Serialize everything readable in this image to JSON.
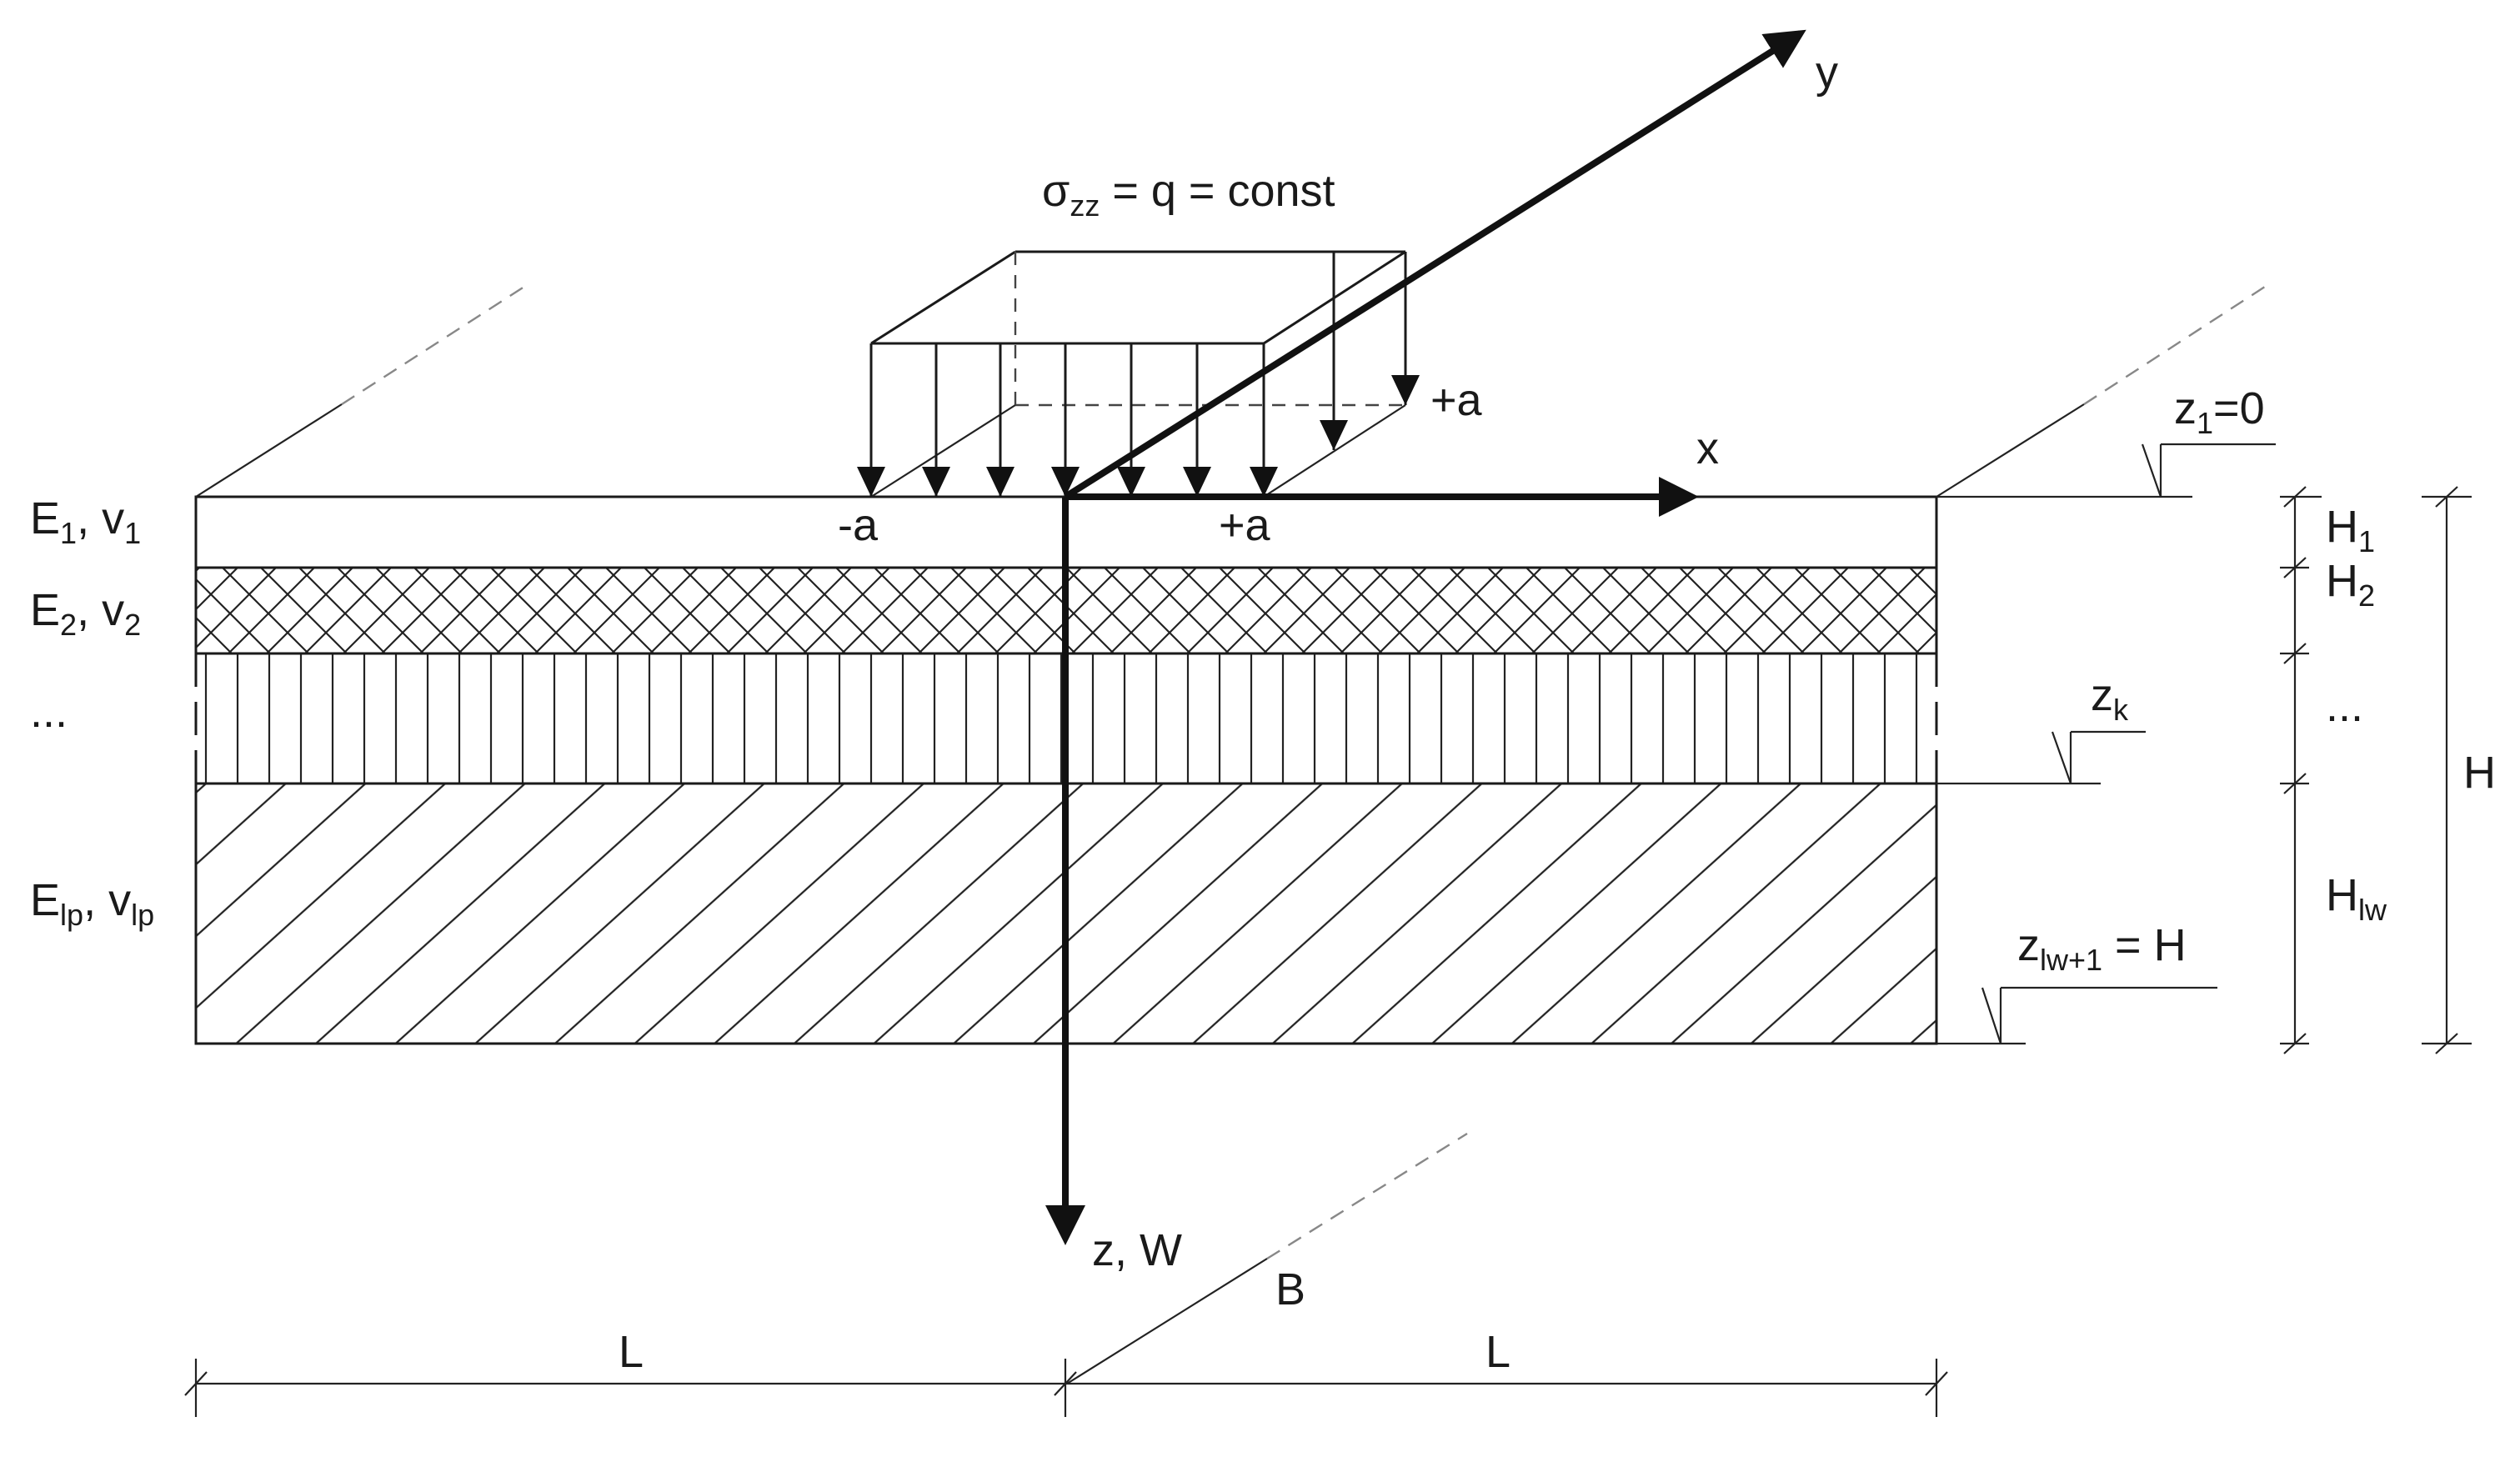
{
  "load": {
    "sigma": "σ",
    "sigma_sub": "zz",
    "rest": " = q = const",
    "neg_a": "-a",
    "pos_a": "+a",
    "pos_a_y": "+a"
  },
  "axes": {
    "x": "x",
    "y": "y",
    "z": "z, W"
  },
  "layers": [
    {
      "E": "E",
      "E_sub": "1",
      "v": "v",
      "v_sub": "1",
      "H": "H",
      "H_sub": "1"
    },
    {
      "E": "E",
      "E_sub": "2",
      "v": "v",
      "v_sub": "2",
      "H": "H",
      "H_sub": "2"
    },
    {
      "ellipsis": "...",
      "H_ellipsis": "..."
    },
    {
      "E": "E",
      "E_sub": "lp",
      "v": "v",
      "v_sub": "lp",
      "H": "H",
      "H_sub": "lw"
    }
  ],
  "levels": {
    "z1_main": "z",
    "z1_sub": "1",
    "z1_rest": "=0",
    "zk_main": "z",
    "zk_sub": "k",
    "zlw_main": "z",
    "zlw_sub": "lw+1",
    "zlw_rest": " = H"
  },
  "dims": {
    "total_H": "H",
    "L_left": "L",
    "L_right": "L",
    "B": "B"
  },
  "colors": {
    "line": "#1a1a1a",
    "background": "#ffffff"
  }
}
